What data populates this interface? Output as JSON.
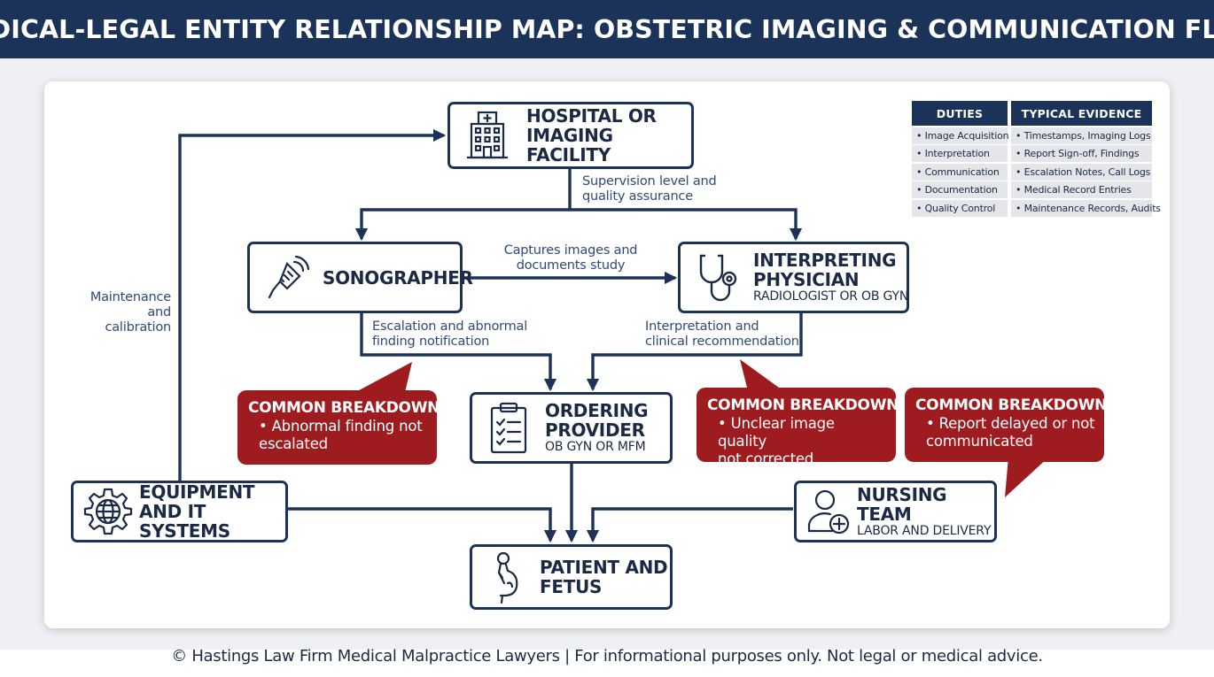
{
  "header": {
    "title": "MEDICAL-LEGAL ENTITY RELATIONSHIP MAP: OBSTETRIC IMAGING & COMMUNICATION FLOW"
  },
  "nodes": {
    "hospital": {
      "title": "HOSPITAL OR\nIMAGING FACILITY",
      "icon": "hospital-building-icon"
    },
    "sonographer": {
      "title": "SONOGRAPHER",
      "icon": "ultrasound-probe-icon"
    },
    "physician": {
      "title": "INTERPRETING\nPHYSICIAN",
      "subtitle": "RADIOLOGIST OR OB GYN",
      "icon": "stethoscope-icon"
    },
    "provider": {
      "title": "ORDERING\nPROVIDER",
      "subtitle": "OB GYN OR MFM",
      "icon": "clipboard-checklist-icon"
    },
    "equipment": {
      "title": "EQUIPMENT\nAND IT SYSTEMS",
      "icon": "gear-globe-icon"
    },
    "nursing": {
      "title": "NURSING TEAM",
      "subtitle": "LABOR AND DELIVERY",
      "icon": "nurse-plus-icon"
    },
    "patient": {
      "title": "PATIENT AND\nFETUS",
      "icon": "pregnant-person-icon"
    }
  },
  "edge_labels": {
    "supervision": "Supervision level and\nquality assurance",
    "captures": "Captures images and\ndocuments study",
    "escalation": "Escalation and abnormal\nfinding notification",
    "interpretation": "Interpretation and\nclinical recommendation",
    "maintenance": "Maintenance\nand\ncalibration"
  },
  "callouts": [
    {
      "title": "COMMON BREAKDOWNS",
      "item": "Abnormal finding not\nescalated"
    },
    {
      "title": "COMMON BREAKDOWNS",
      "item": "Unclear image quality\nnot corrected"
    },
    {
      "title": "COMMON BREAKDOWNS",
      "item": "Report delayed or not\ncommunicated"
    }
  ],
  "legend": {
    "duties_header": "DUTIES",
    "evidence_header": "TYPICAL EVIDENCE",
    "duties": [
      "Image Acquisition",
      "Interpretation",
      "Communication",
      "Documentation",
      "Quality Control"
    ],
    "evidence": [
      "Timestamps, Imaging Logs",
      "Report Sign-off, Findings",
      "Escalation Notes, Call Logs",
      "Medical Record Entries",
      "Maintenance Records, Audits"
    ],
    "bullet": "•"
  },
  "footer": {
    "text": "© Hastings Law Firm Medical Malpractice Lawyers | For informational purposes only. Not legal or medical advice."
  },
  "colors": {
    "navy": "#1b3358",
    "red": "#9e1b1f",
    "edge_text": "#2d4a78",
    "legend_row": "#e4e6ea"
  }
}
